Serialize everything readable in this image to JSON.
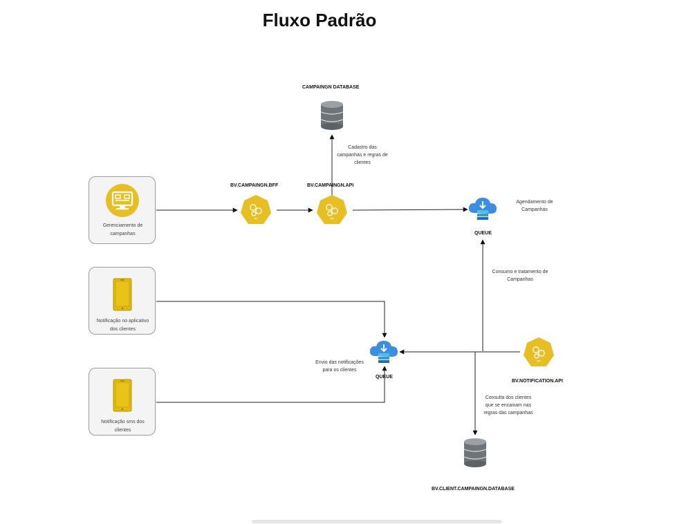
{
  "title": "Fluxo Padrão",
  "nodes": {
    "campaign_db": "CAMPAINGN DATABASE",
    "bff": "BV.CAMPAINGN.BFF",
    "api": "BV.CAMPAINGN.API",
    "queue_top": "QUEUE",
    "queue_bottom": "QUEUE",
    "notification_api": "BV.NOTIFICATION.API",
    "client_db": "BV.CLIENT.CAMPAINGN.DATABASE"
  },
  "cards": {
    "management": [
      "Gerenciamento de",
      "campanhas"
    ],
    "app_notification": [
      "Notificação no aplicativo",
      "dos clientes"
    ],
    "sms_notification": [
      "Notificação sms dos",
      "clientes"
    ]
  },
  "notes": {
    "register": [
      "Cadastro das",
      "campanhas e regras de",
      "clientes"
    ],
    "schedule": [
      "Agendamento  de",
      "Campanhas"
    ],
    "consume": [
      "Consumo e tratamento de",
      "Campanhas"
    ],
    "send": [
      "Envio das notificações",
      "para os clientes"
    ],
    "query": [
      "Consulta dos clientes",
      "que se encaixam nas",
      "regras das campanhas"
    ]
  },
  "colors": {
    "accent_yellow": "#e8bf22",
    "queue_blue": "#2d7fd8",
    "db_gray": "#6f7478"
  },
  "icons": {
    "api_hexagon": "api-hexagon-icon",
    "database": "database-icon",
    "queue": "queue-cloud-icon",
    "monitor": "monitor-icon",
    "phone": "phone-icon"
  }
}
